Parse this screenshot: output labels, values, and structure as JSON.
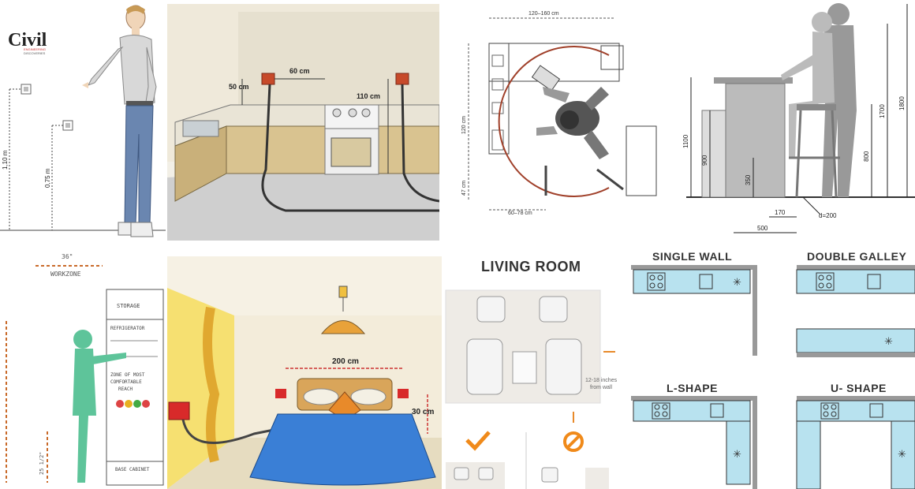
{
  "logo": {
    "brand": "Civil",
    "sub1": "ENGINEERING",
    "sub2": "DISCOVERIES"
  },
  "switch_heights": {
    "upper": "1,10 m",
    "lower": "0,75 m"
  },
  "kitchen_sockets": {
    "d1": "50 cm",
    "d2": "60 cm",
    "d3": "110 cm"
  },
  "desk_plan": {
    "width": "120–160 cm",
    "depth": "120 cm",
    "side": "47 cm",
    "bottom": "60–78 cm"
  },
  "bar_elevation": {
    "h1100": "1100",
    "h900": "900",
    "h350": "350",
    "h800": "800",
    "h1700": "1700",
    "h1800": "1800",
    "w170": "170",
    "w500": "500",
    "d200": "d=200"
  },
  "workzone": {
    "width": "36\"",
    "workzone": "WORKZONE",
    "storage": "STORAGE",
    "refrigerator": "REFRIGERATOR",
    "comfort1": "ZONE OF MOST",
    "comfort2": "COMFORTABLE",
    "comfort3": "REACH",
    "base": "BASE CABINET",
    "height": "25 1/2\""
  },
  "bedroom": {
    "width": "200 cm",
    "height": "30 cm"
  },
  "living_room": {
    "title": "LIVING ROOM",
    "note1": "12-18 inches",
    "note2": "from wall"
  },
  "kitchen_layouts": {
    "single": "SINGLE WALL",
    "galley": "DOUBLE GALLEY",
    "lshape": "L-SHAPE",
    "ushape": "U- SHAPE"
  }
}
